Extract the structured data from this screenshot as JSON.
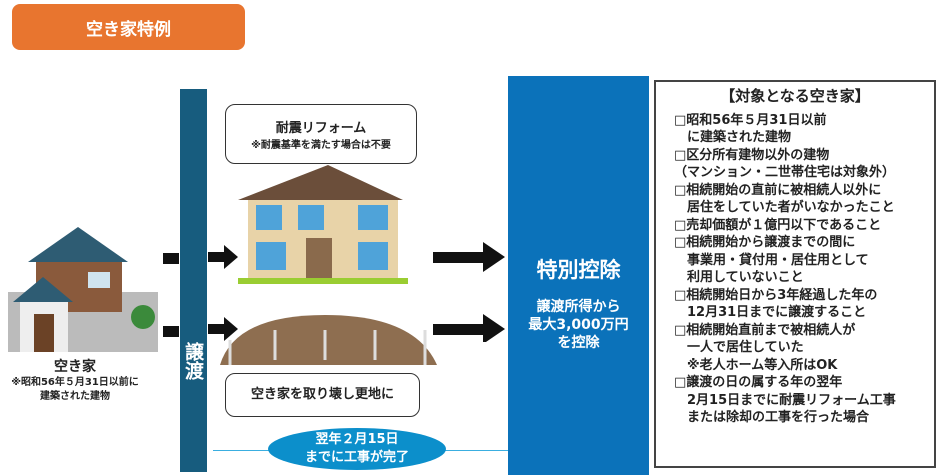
{
  "title": "空き家特例",
  "transfer_label": "譲渡",
  "left_house": {
    "label": "空き家",
    "note": "※昭和56年５月31日以前に",
    "note2": "建築された建物"
  },
  "reform_bubble": {
    "title": "耐震リフォーム",
    "note": "※耐震基準を満たす場合は不要"
  },
  "demolish_bubble": "空き家を取り壊し更地に",
  "deadline": {
    "line1": "翌年２月15日",
    "line2": "までに工事が完了"
  },
  "deduction": {
    "heading": "特別控除",
    "line1": "譲渡所得から",
    "line2": "最大3,000万円",
    "line3": "を控除"
  },
  "conditions": {
    "heading": "【対象となる空き家】",
    "items": [
      [
        "□昭和56年５月31日以前",
        "　に建築された建物"
      ],
      [
        "□区分所有建物以外の建物",
        "（マンション・二世帯住宅は対象外）"
      ],
      [
        "□相続開始の直前に被相続人以外に",
        "　居住をしていた者がいなかったこと"
      ],
      [
        "□売却価額が１億円以下であること"
      ],
      [
        "□相続開始から譲渡までの間に",
        "　事業用・貸付用・居住用として",
        "　利用していないこと"
      ],
      [
        "□相続開始日から3年経過した年の",
        "　12月31日までに譲渡すること"
      ],
      [
        "□相続開始直前まで被相続人が",
        "　一人で居住していた",
        "　※老人ホーム等入所はOK"
      ],
      [
        "□譲渡の日の属する年の翌年",
        "　2月15日までに耐震リフォーム工事",
        "　または除却の工事を行った場合"
      ]
    ]
  }
}
